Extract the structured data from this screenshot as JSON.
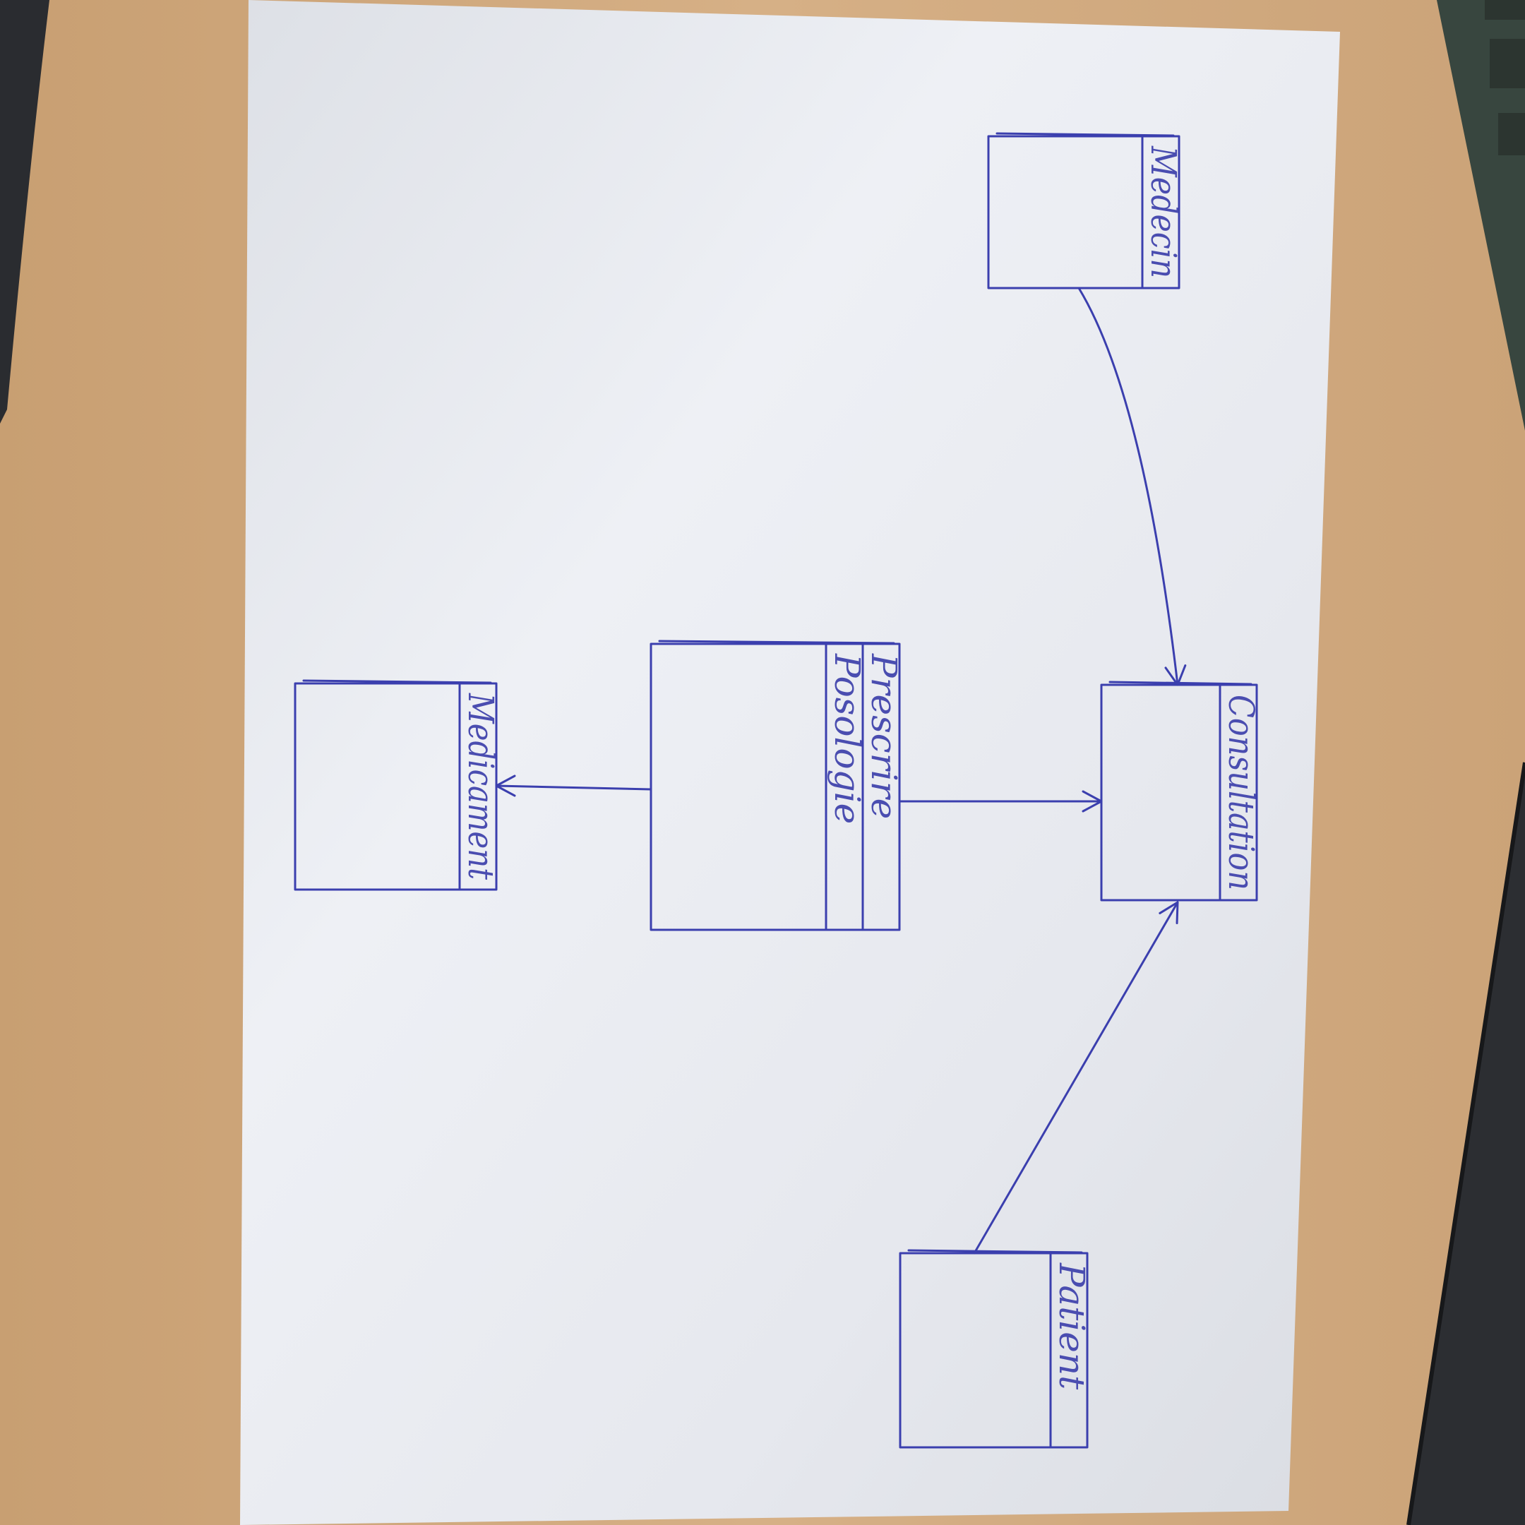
{
  "diagram": {
    "title": "",
    "ink_color": "#3b3fae",
    "paper_color": "#e9ebf0",
    "desk_color": "#cfa77a",
    "classes": [
      {
        "id": "medecin",
        "name": "Medecin",
        "attributes": []
      },
      {
        "id": "consultation",
        "name": "Consultation",
        "attributes": []
      },
      {
        "id": "patient",
        "name": "Patient",
        "attributes": []
      },
      {
        "id": "prescription",
        "name": "",
        "attributes": [
          "Prescrire",
          "Posologie"
        ]
      },
      {
        "id": "medicament",
        "name": "Medicament",
        "attributes": []
      }
    ],
    "relations": [
      {
        "from": "medecin",
        "to": "consultation",
        "arrow": "open",
        "label": ""
      },
      {
        "from": "patient",
        "to": "consultation",
        "arrow": "open",
        "label": ""
      },
      {
        "from": "prescription",
        "to": "consultation",
        "arrow": "open",
        "label": ""
      },
      {
        "from": "prescription",
        "to": "medicament",
        "arrow": "open",
        "label": ""
      }
    ]
  }
}
